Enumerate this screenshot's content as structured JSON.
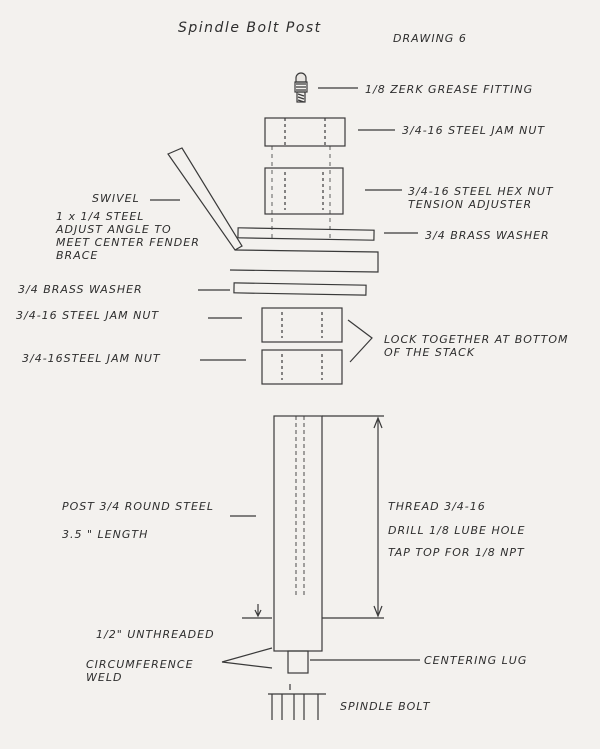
{
  "title": "Spindle Bolt Post",
  "drawing_number": "DRAWING 6",
  "labels": {
    "zerk": "1/8 ZERK GREASE FITTING",
    "jam_nut_top": "3/4-16 STEEL JAM NUT",
    "hex_nut": "3/4-16 STEEL HEX NUT\nTENSION ADJUSTER",
    "brass_washer_right": "3/4 BRASS WASHER",
    "swivel": "SWIVEL",
    "swivel_note": "1 x 1/4 STEEL\nADJUST ANGLE TO\nMEET CENTER FENDER\nBRACE",
    "brass_washer_left": "3/4   BRASS WASHER",
    "jam_nut_left_1": "3/4-16 STEEL  JAM NUT",
    "jam_nut_left_2": "3/4-16STEEL JAM NUT",
    "lock_note": "LOCK TOGETHER AT BOTTOM\nOF THE STACK",
    "post": "POST 3/4 ROUND STEEL",
    "post_length": "3.5 \" LENGTH",
    "thread": "THREAD 3/4-16",
    "drill": "DRILL 1/8 LUBE HOLE",
    "tap": "TAP TOP FOR 1/8 NPT",
    "unthreaded": "1/2\" UNTHREADED",
    "weld": "CIRCUMFERENCE\nWELD",
    "centering_lug": "CENTERING LUG",
    "spindle_bolt": "SPINDLE BOLT"
  }
}
